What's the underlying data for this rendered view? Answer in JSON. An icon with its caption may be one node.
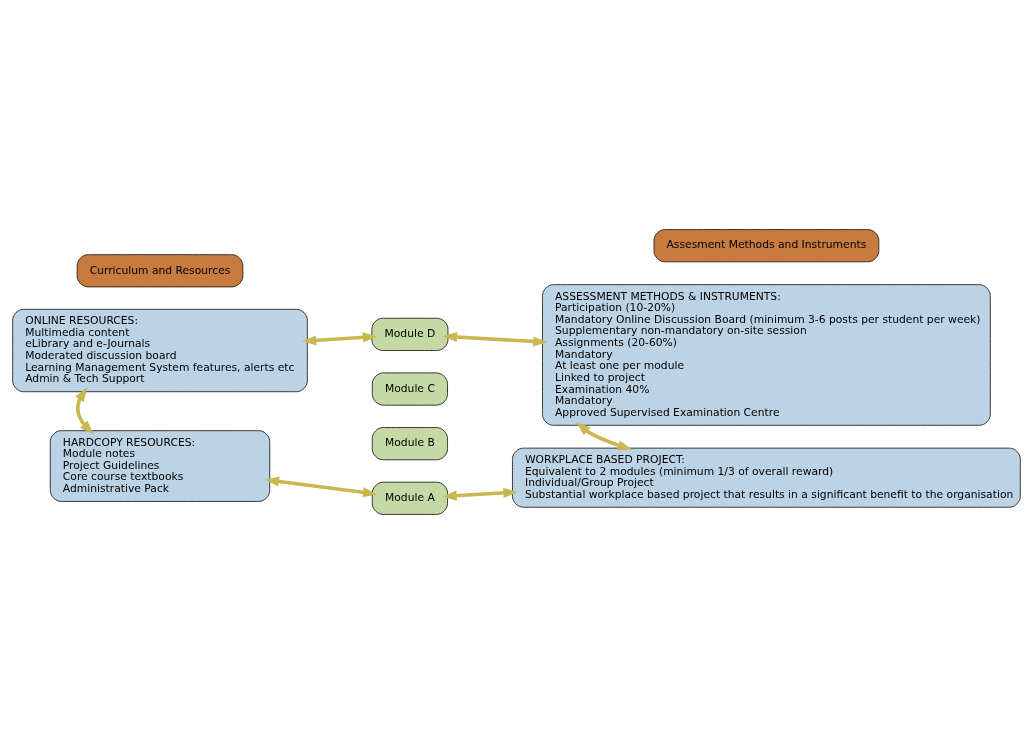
{
  "diagram": {
    "nodes": [
      {
        "text": [
          "Curriculum and Resources"
        ]
      },
      {
        "text": [
          "Assesment Methods and Instruments"
        ]
      },
      {
        "text": [
          "ONLINE RESOURCES:",
          "Multimedia content",
          "eLibrary and e-Journals",
          "Moderated discussion board",
          "Learning Management System features, alerts etc",
          "Admin & Tech Support"
        ]
      },
      {
        "text": [
          "HARDCOPY RESOURCES:",
          "Module notes",
          "Project Guidelines",
          "Core course textbooks",
          "Administrative Pack"
        ]
      },
      {
        "text": [
          "Module D"
        ]
      },
      {
        "text": [
          "Module C"
        ]
      },
      {
        "text": [
          "Module B"
        ]
      },
      {
        "text": [
          "Module A"
        ]
      },
      {
        "text": [
          "ASSESSMENT METHODS & INSTRUMENTS:",
          "Participation (10-20%)",
          "Mandatory Online Discussion Board (minimum 3-6 posts per student per week)",
          "Supplementary non-mandatory on-site session",
          "Assignments (20-60%)",
          "Mandatory",
          "At least one per module",
          "Linked to project",
          "Examination 40%",
          "Mandatory",
          "Approved Supervised Examination Centre"
        ]
      },
      {
        "text": [
          "WORKPLACE BASED PROJECT:",
          "Equivalent to 2 modules (minimum 1/3 of overall reward)",
          "Individual/Group Project",
          "Substantial workplace based project that results in a significant benefit to the organisation"
        ]
      }
    ],
    "edges": [
      {
        "from": 2,
        "to": 4,
        "arrow": "both"
      },
      {
        "from": 4,
        "to": 8,
        "arrow": "both"
      },
      {
        "from": 2,
        "to": 3,
        "arrow": "both"
      },
      {
        "from": 3,
        "to": 7,
        "arrow": "both"
      },
      {
        "from": 7,
        "to": 9,
        "arrow": "both"
      },
      {
        "from": 8,
        "to": 9,
        "arrow": "both"
      }
    ]
  }
}
